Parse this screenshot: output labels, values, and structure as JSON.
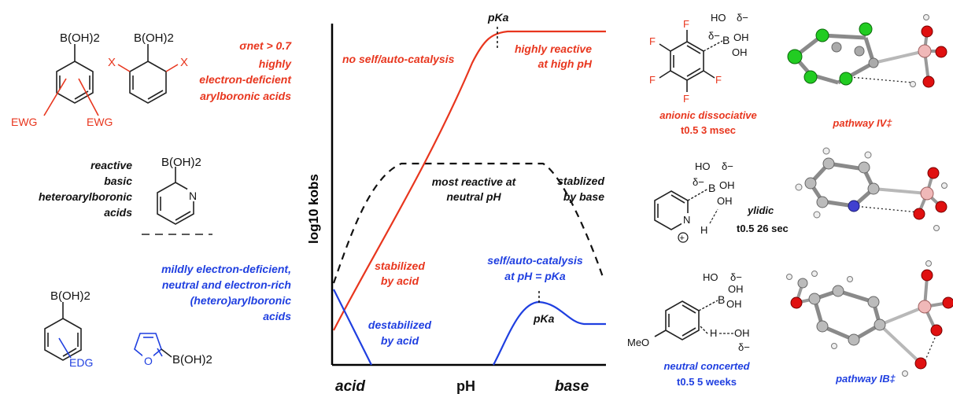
{
  "left": {
    "boronic": "B(OH)2",
    "ewg1": "EWG",
    "ewg2": "EWG",
    "x1": "X",
    "x2": "X",
    "sigma": "σnet > 0.7",
    "red_lines": [
      "highly",
      "electron-deficient",
      "arylboronic acids"
    ],
    "black_lines": [
      "reactive",
      "basic",
      "heteroarylboronic",
      "acids"
    ],
    "pyridine_N": "N",
    "blue_lines": [
      "mildly electron-deficient,",
      "neutral and electron-rich",
      "(hetero)arylboronic",
      "acids"
    ],
    "edg": "EDG",
    "furan_O": "O"
  },
  "chart": {
    "ylabel": "log10 kobs",
    "xlabel_left": "acid",
    "xlabel_mid": "pH",
    "xlabel_right": "base",
    "pka_top": "pKa",
    "pka_bottom": "pKa",
    "no_self": "no self/auto-catalysis",
    "highly_reactive": [
      "highly reactive",
      "at high pH"
    ],
    "most_reactive": [
      "most reactive at",
      "neutral pH"
    ],
    "stablized": [
      "stablized",
      "by base"
    ],
    "stabilized_acid": [
      "stabilized",
      "by acid"
    ],
    "self_auto": [
      "self/auto-catalysis",
      "at pH = pKa"
    ],
    "destabilized": [
      "destabilized",
      "by acid"
    ]
  },
  "right": {
    "anionic": "anionic dissociative",
    "t_anionic": "t0.5  3 msec",
    "pathway_iv": "pathway IV‡",
    "ylidic": "ylidic",
    "t_ylidic": "t0.5  26 sec",
    "neutral": "neutral concerted",
    "t_neutral": "t0.5  5 weeks",
    "pathway_ib": "pathway IB‡",
    "ho": "HO",
    "oh": "OH",
    "b": "B",
    "delta_minus": "δ−",
    "f": "F",
    "n": "N",
    "h": "H",
    "meo": "MeO"
  },
  "colors": {
    "red": "#e8361e",
    "blue": "#1f3fe0",
    "black": "#111111"
  }
}
